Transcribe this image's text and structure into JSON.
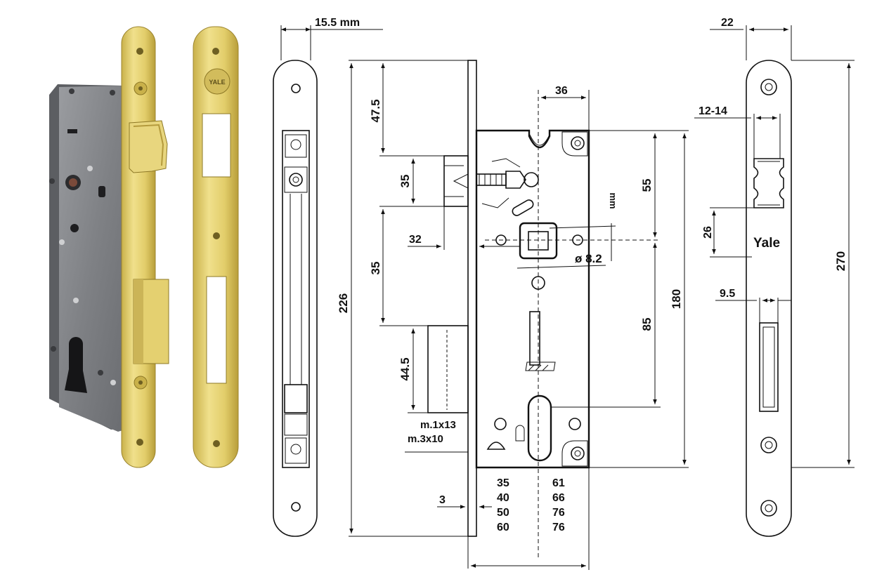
{
  "photo": {
    "lock_body_color": "#7f8185",
    "brass_color": "#e2cd6a",
    "logo_text": "YALE"
  },
  "side_view": {
    "width_label": "15.5 mm"
  },
  "main_view": {
    "height_226": "226",
    "dim_47_5": "47.5",
    "dim_35_latch": "35",
    "dim_35_mid": "35",
    "dim_44_5": "44.5",
    "dim_32": "32",
    "dim_36": "36",
    "dim_55": "55",
    "dim_85": "85",
    "dim_180": "180",
    "dim_8_2": "ø 8.2",
    "dim_3": "3",
    "screw_m1": "m.1x13",
    "screw_m3": "m.3x10",
    "unit_label": "mm",
    "backset_values": [
      "35",
      "40",
      "50",
      "60"
    ],
    "total_values": [
      "61",
      "66",
      "76",
      "76"
    ]
  },
  "strike_view": {
    "dim_22": "22",
    "dim_12_14": "12-14",
    "dim_26": "26",
    "dim_9_5": "9.5",
    "dim_270": "270",
    "brand": "Yale"
  }
}
